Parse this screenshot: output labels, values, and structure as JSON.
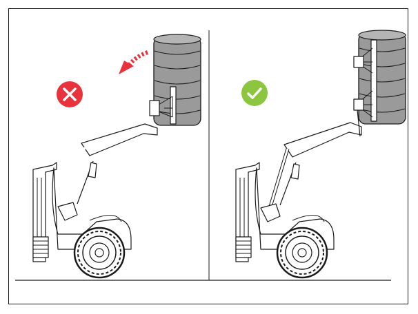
{
  "panels": [
    {
      "id": "wrong",
      "status": "incorrect",
      "badge_color": "#e8333c",
      "badge_icon": "x-mark",
      "tire_count": 6,
      "arrow_color": "#e8333c"
    },
    {
      "id": "right",
      "status": "correct",
      "badge_color": "#8cc63f",
      "badge_icon": "check-mark",
      "tire_count": 6
    }
  ],
  "colors": {
    "line": "#1a1a1a",
    "tire": "#9a9a9a",
    "background": "#ffffff"
  }
}
